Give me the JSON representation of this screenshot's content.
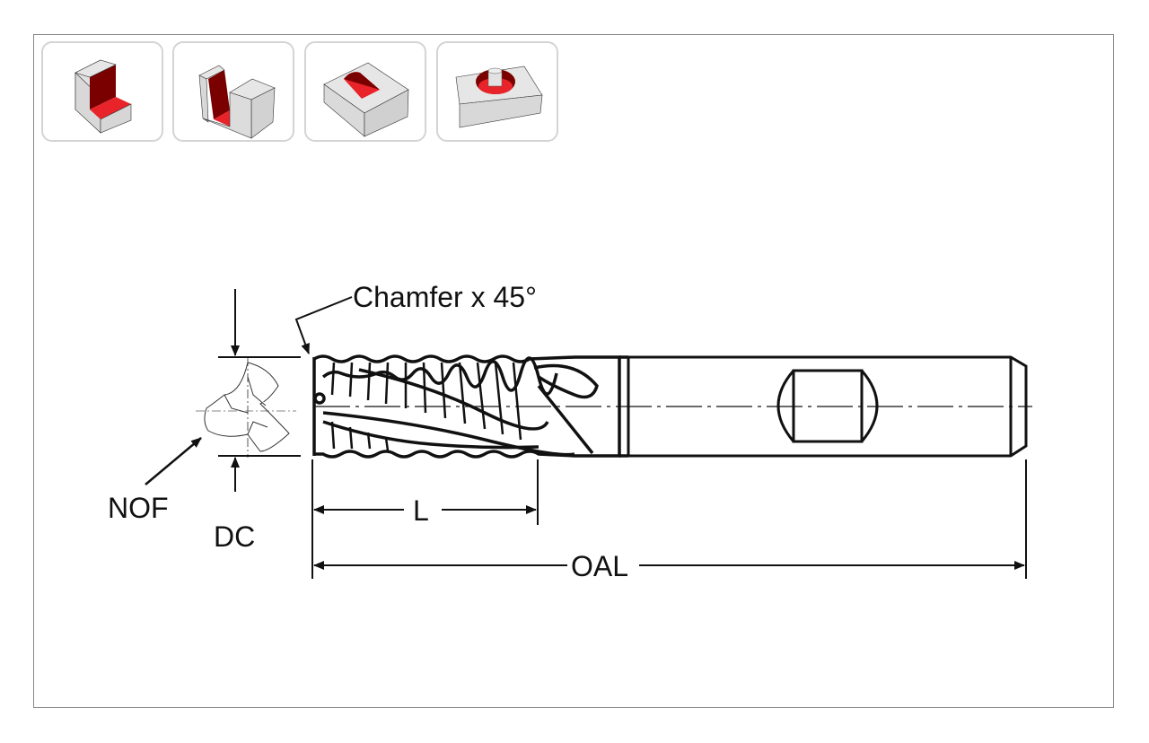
{
  "operations": [
    {
      "name": "shoulder-milling"
    },
    {
      "name": "slot-milling"
    },
    {
      "name": "pocket-milling"
    },
    {
      "name": "circular-pocket-milling"
    }
  ],
  "colors": {
    "accent_red": "#e8232a",
    "dark_red": "#7a0000",
    "block_grey": "#e2e2e2"
  },
  "labels": {
    "chamfer": "Chamfer x 45°",
    "nof": "NOF",
    "dc": "DC",
    "l": "L",
    "oal": "OAL"
  }
}
